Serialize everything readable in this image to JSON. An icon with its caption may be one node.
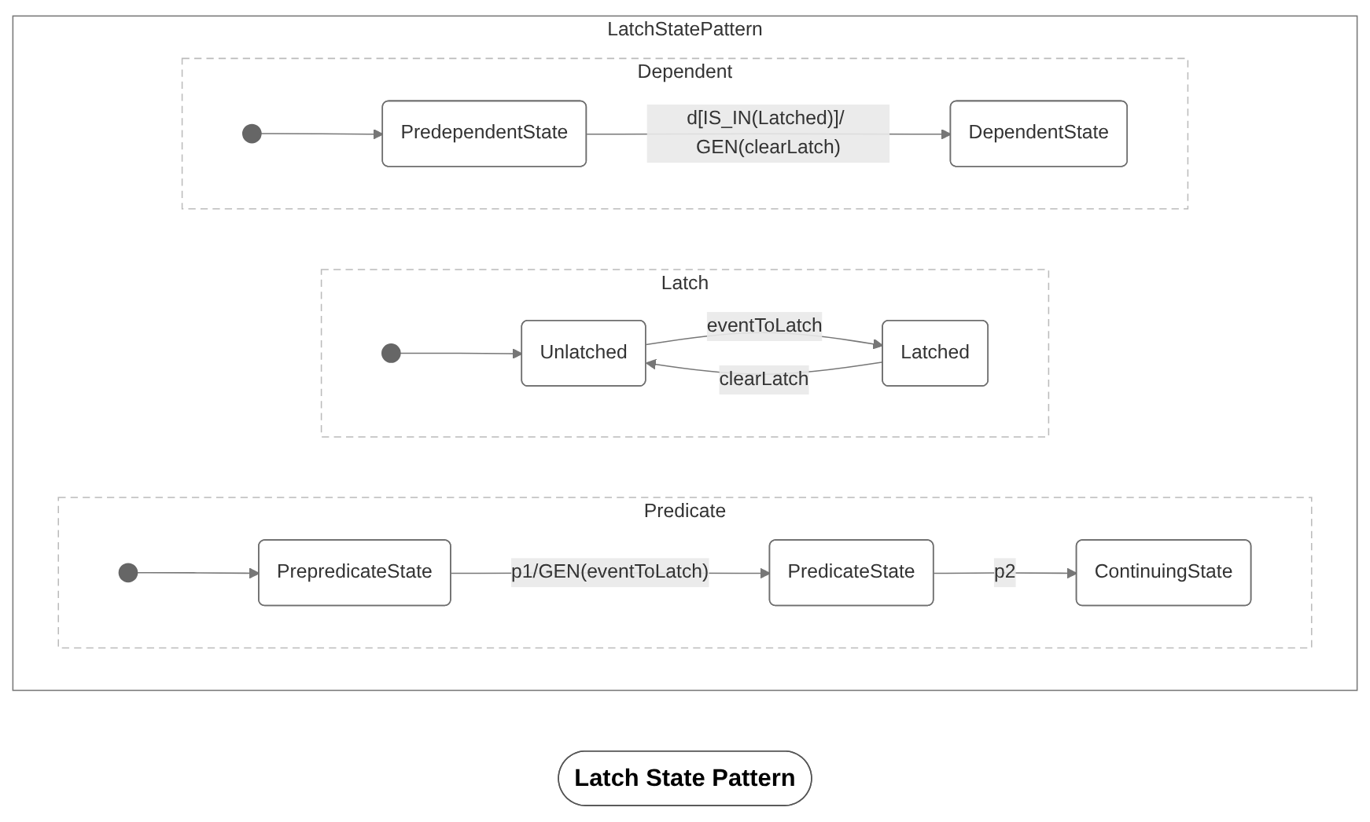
{
  "diagram": {
    "nodes": [
      {
        "text": [
          "Latch State Pattern"
        ]
      },
      {
        "text": [
          "LatchStatePattern"
        ]
      },
      {
        "text": [
          "Predicate"
        ],
        "in": 1
      },
      {
        "text": [
          "PrepredicateState"
        ],
        "in": 2
      },
      {
        "text": [
          "ContinuingState"
        ],
        "in": 2
      },
      {
        "text": [],
        "shape": "circle",
        "in": 2
      },
      {
        "text": [
          "PredicateState"
        ],
        "in": 2
      },
      {
        "text": [
          "Latch"
        ],
        "in": 1
      },
      {
        "text": [],
        "shape": "circle",
        "in": 7
      },
      {
        "text": [
          "Unlatched"
        ],
        "in": 7
      },
      {
        "text": [
          "Latched"
        ],
        "in": 7
      },
      {
        "text": [
          "Dependent"
        ],
        "in": 1
      },
      {
        "text": [],
        "shape": "circle",
        "in": 11
      },
      {
        "text": [
          "PredependentState"
        ],
        "in": 11
      },
      {
        "text": [
          "DependentState"
        ],
        "in": 11
      }
    ],
    "edges": [
      {
        "from": 5,
        "to": 3,
        "arrow": "to"
      },
      {
        "from": 3,
        "to": 6,
        "arrow": "to",
        "label": "p1/GEN(eventToLatch)"
      },
      {
        "from": 6,
        "to": 4,
        "arrow": "to",
        "label": "p2"
      },
      {
        "from": 8,
        "to": 9,
        "arrow": "to"
      },
      {
        "from": 9,
        "to": 10,
        "arrow": "to",
        "label": "eventToLatch"
      },
      {
        "from": 10,
        "to": 9,
        "arrow": "to",
        "label": "clearLatch"
      },
      {
        "from": 12,
        "to": 13,
        "arrow": "to"
      },
      {
        "from": 13,
        "to": 14,
        "arrow": "to",
        "label": "d[IS_IN(Latched)]/ GEN(clearLatch)"
      }
    ]
  }
}
